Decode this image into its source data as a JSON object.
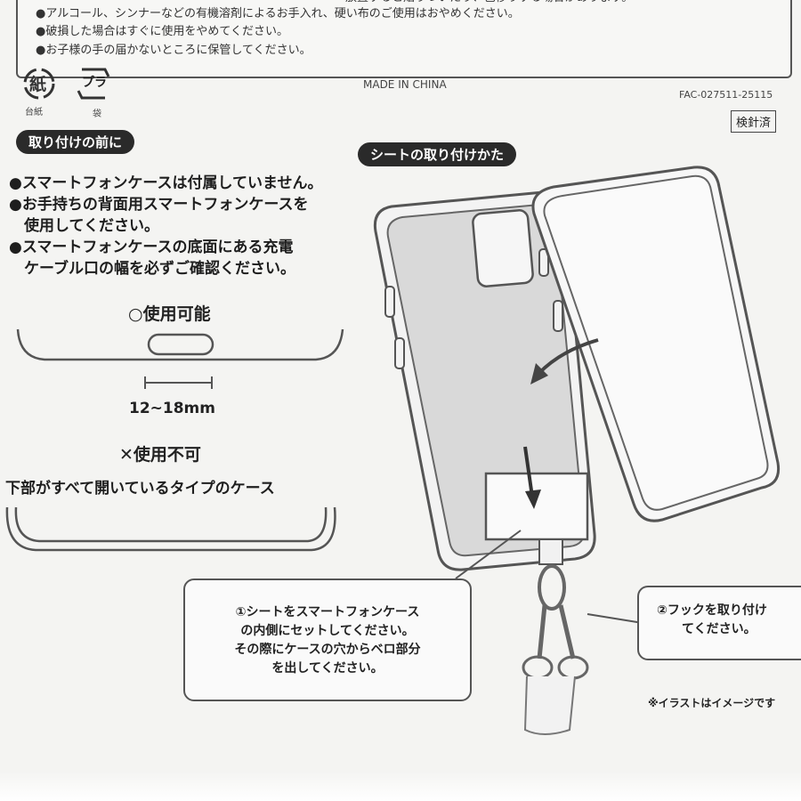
{
  "notice": {
    "line1": "●アルコール、シンナーなどの有機溶剤によるお手入れ、硬い布のご使用はおやめください。",
    "line1b": "放置すると貼りついたり、色移りする場合があります。",
    "line2": "●破損した場合はすぐに使用をやめてください。",
    "line3": "●お子様の手の届かないところに保管してください。"
  },
  "recycle": {
    "paper_mark": "紙",
    "paper_caption": "台紙",
    "plastic_mark": "プラ",
    "plastic_caption": "袋"
  },
  "made_in": "MADE IN CHINA",
  "product_code": "FAC-027511-25115",
  "inspected_badge": "検針済",
  "before_heading": "取り付けの前に",
  "bullets": [
    "●スマートフォンケースは付属していません。",
    "●お手持ちの背面用スマートフォンケースを",
    "　使用してください。",
    "●スマートフォンケースの底面にある充電",
    "　ケーブル口の幅を必ずご確認ください。"
  ],
  "ok_label": "○使用可能",
  "dimension": "12~18mm",
  "ng_label": "✕使用不可",
  "ng_desc": "下部がすべて開いているタイプのケース",
  "how_to_heading": "シートの取り付けかた",
  "step1": [
    "①シートをスマートフォンケース",
    "の内側にセットしてください。",
    "その際にケースの穴からベロ部分",
    "を出してください。"
  ],
  "step2": [
    "②フックを取り付け",
    "てください。"
  ],
  "illustration_note": "※イラストはイメージです"
}
